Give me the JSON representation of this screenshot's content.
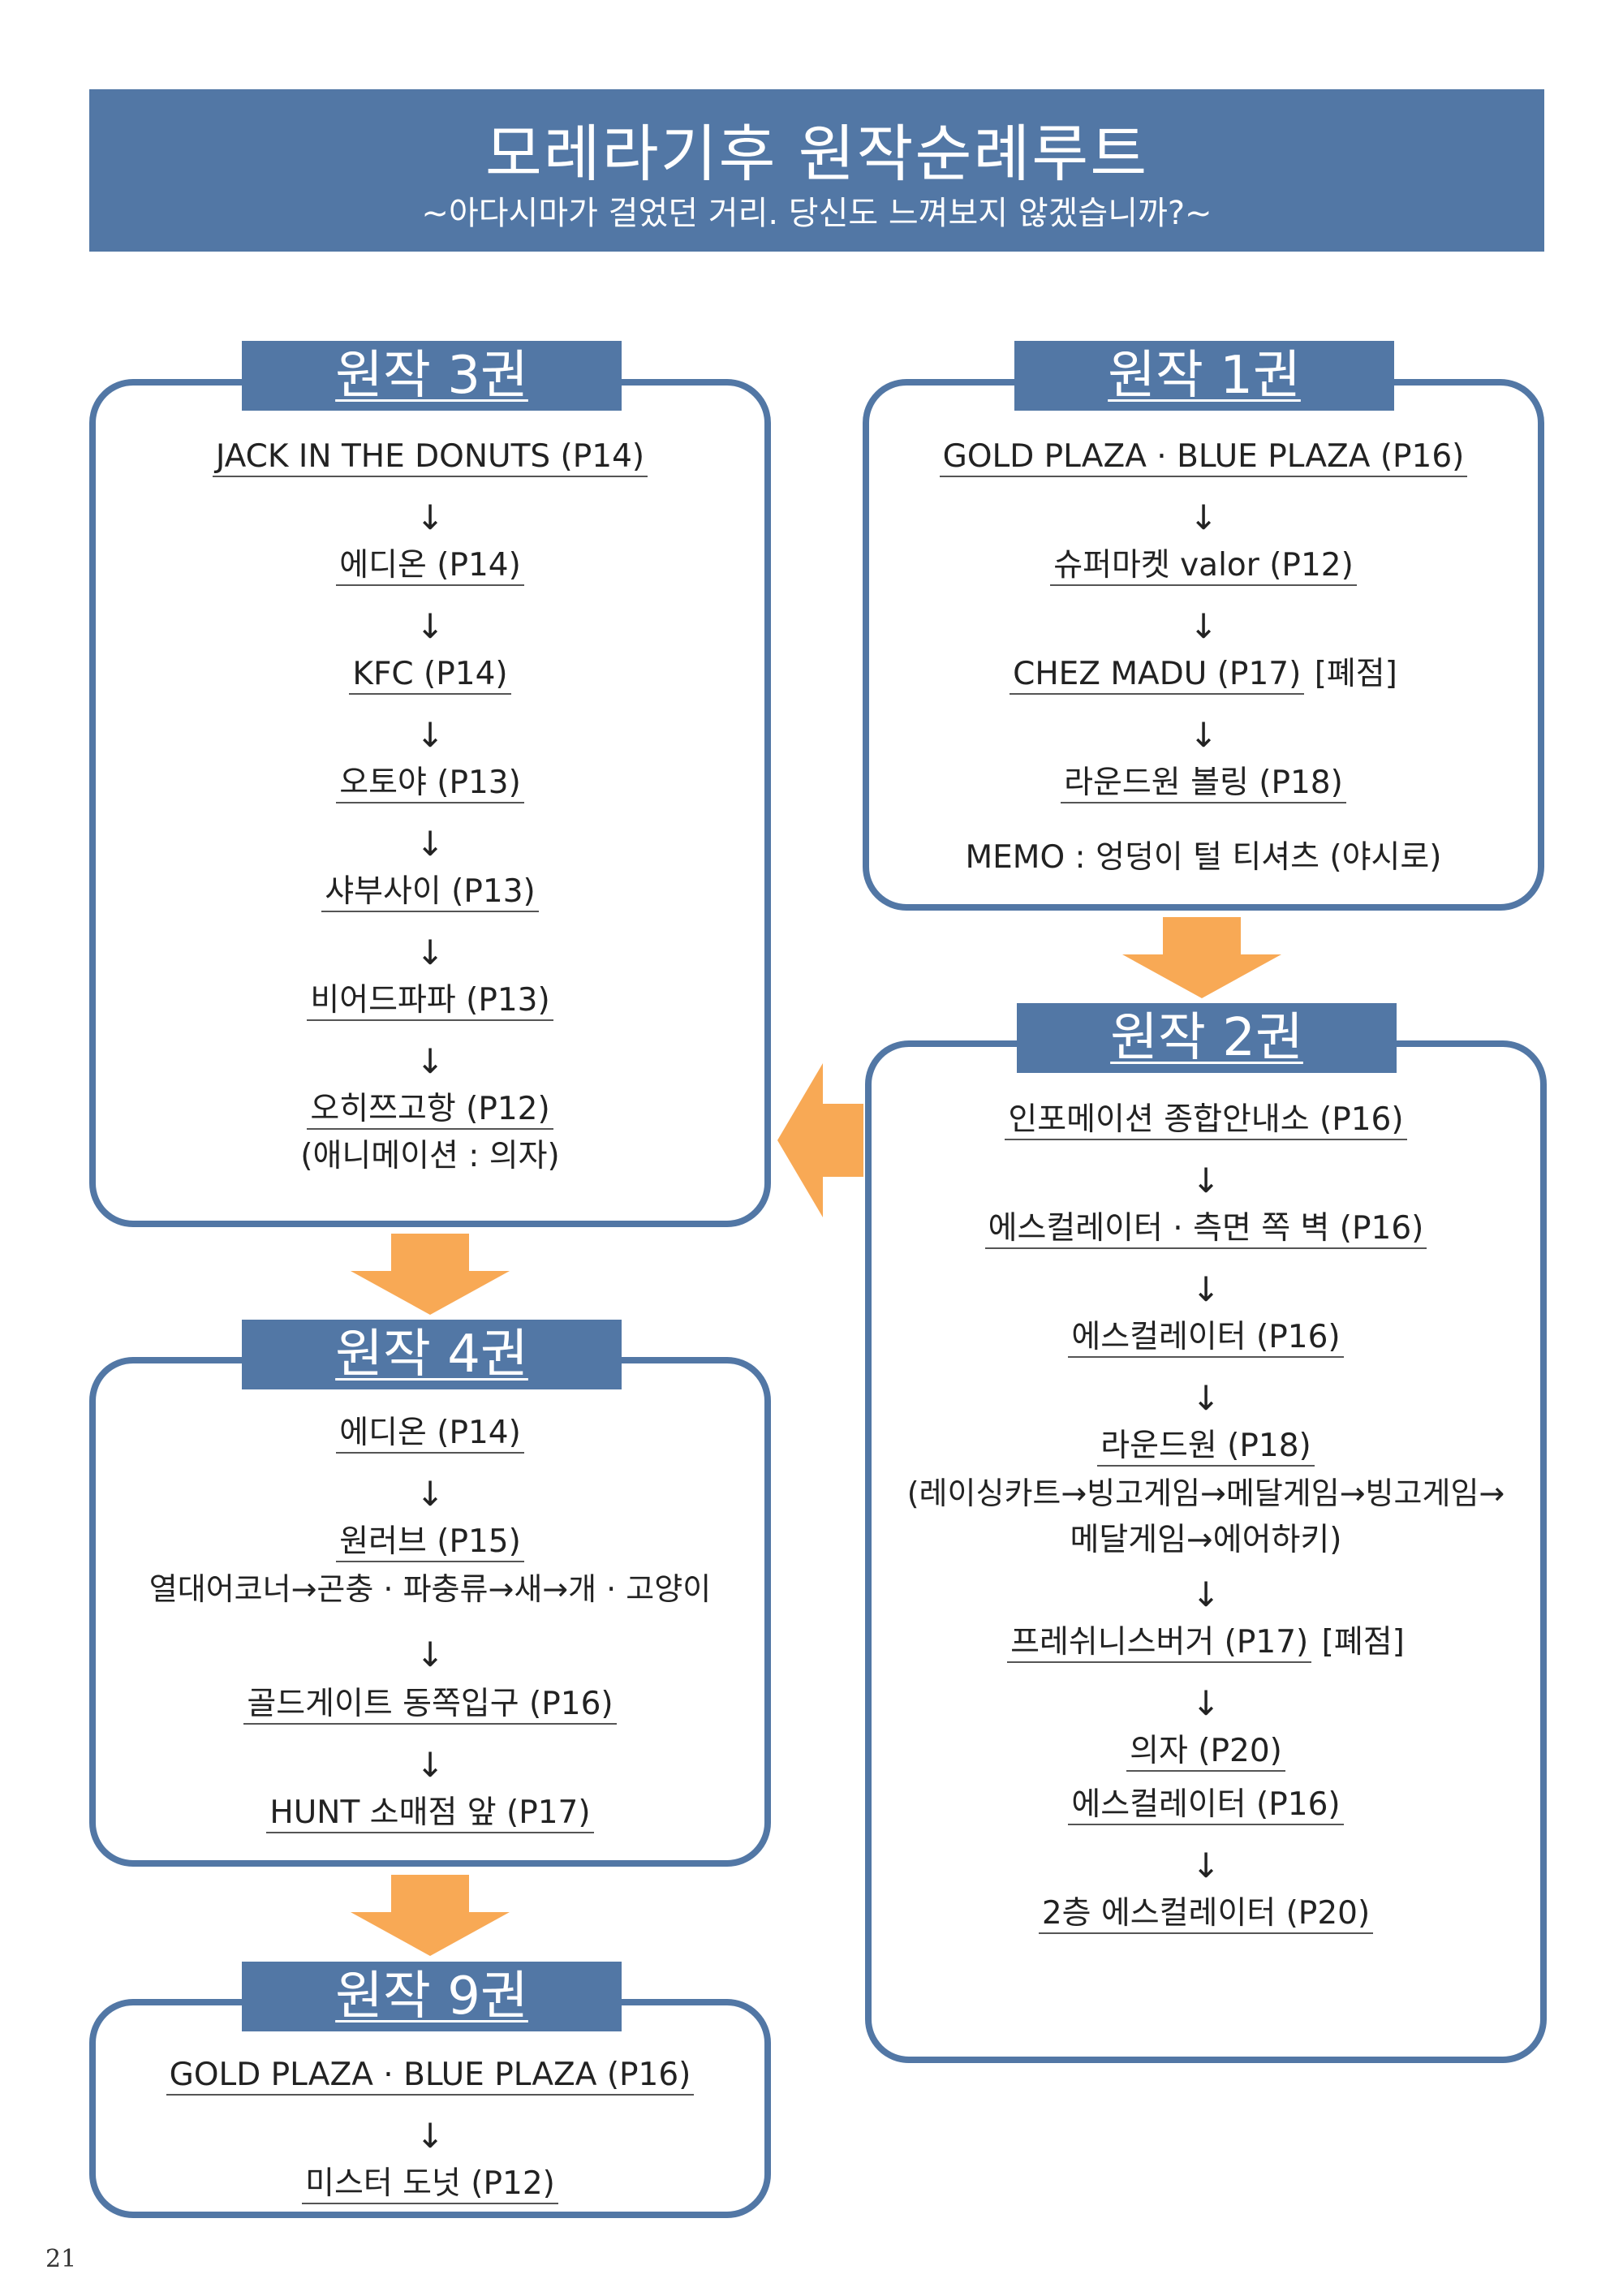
{
  "header": {
    "title": "모레라기후 원작순례루트",
    "subtitle": "~아다시마가 걸었던 거리. 당신도 느껴보지 않겠습니까?~"
  },
  "volumes": {
    "v1": {
      "label": "원작 1권",
      "items": [
        {
          "text": "GOLD PLAZA · BLUE PLAZA (P16)",
          "note": ""
        },
        {
          "text": "슈퍼마켓 valor (P12)",
          "note": ""
        },
        {
          "text": "CHEZ MADU (P17)",
          "note": " [폐점]"
        },
        {
          "text": "라운드원 볼링 (P18)",
          "note": ""
        }
      ],
      "memo": "MEMO : 엉덩이 털 티셔츠 (야시로)"
    },
    "v2": {
      "label": "원작 2권",
      "items": [
        {
          "text": "인포메이션 종합안내소 (P16)"
        },
        {
          "text": "에스컬레이터 · 측면 쪽 벽 (P16)"
        },
        {
          "text": "에스컬레이터 (P16)"
        },
        {
          "text": "라운드원 (P18)",
          "extra1": "(레이싱카트→빙고게임→메달게임→빙고게임→",
          "extra2": "메달게임→에어하키)"
        },
        {
          "text": "프레쉬니스버거 (P17)",
          "note": " [폐점]"
        },
        {
          "text": "의자 (P20)",
          "extra_ul": "에스컬레이터 (P16)"
        },
        {
          "text": "2층 에스컬레이터 (P20)"
        }
      ]
    },
    "v3": {
      "label": "원작 3권",
      "items": [
        {
          "text": "JACK IN THE DONUTS (P14)"
        },
        {
          "text": "에디온 (P14)"
        },
        {
          "text": "KFC (P14)"
        },
        {
          "text": "오토야 (P13)"
        },
        {
          "text": "샤부사이 (P13)"
        },
        {
          "text": "비어드파파 (P13)"
        },
        {
          "text": "오히쯔고항 (P12)",
          "extra1": "(애니메이션 : 의자)"
        }
      ]
    },
    "v4": {
      "label": "원작 4권",
      "items": [
        {
          "text": "에디온 (P14)"
        },
        {
          "text": "원러브 (P15)",
          "extra1": "열대어코너→곤충 · 파충류→새→개 · 고양이"
        },
        {
          "text": "골드게이트 동쪽입구 (P16)"
        },
        {
          "text": "HUNT 소매점 앞 (P17)"
        }
      ]
    },
    "v9": {
      "label": "원작 9권",
      "items": [
        {
          "text": "GOLD PLAZA · BLUE PLAZA (P16)"
        },
        {
          "text": "미스터 도넛 (P12)"
        }
      ]
    }
  },
  "arrow_glyph": "↓",
  "page_number": "21",
  "colors": {
    "primary": "#5277a5",
    "accent": "#f8a955",
    "text": "#222222"
  }
}
